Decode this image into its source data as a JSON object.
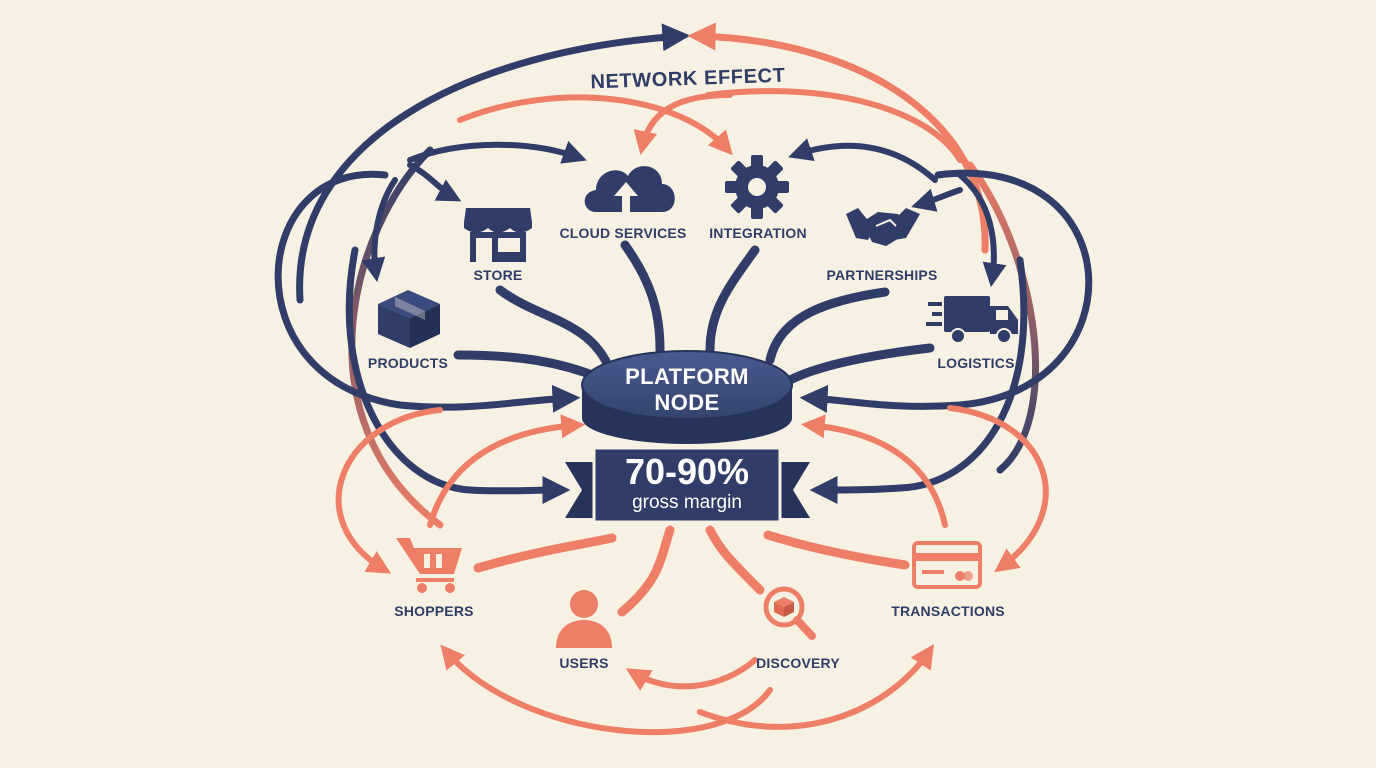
{
  "title": "NETWORK EFFECT",
  "hub": {
    "line1": "PLATFORM",
    "line2": "NODE"
  },
  "badge": {
    "value": "70-90%",
    "caption": "gross margin"
  },
  "supply_nodes": {
    "store": "STORE",
    "cloud_services": "CLOUD SERVICES",
    "integration": "INTEGRATION",
    "partnerships": "PARTNERSHIPS",
    "products": "PRODUCTS",
    "logistics": "LOGISTICS"
  },
  "demand_nodes": {
    "shoppers": "SHOPPERS",
    "users": "USERS",
    "discovery": "DISCOVERY",
    "transactions": "TRANSACTIONS"
  },
  "icons": {
    "store": "store-icon",
    "cloud_services": "cloud-upload-icon",
    "integration": "gear-icon",
    "partnerships": "handshake-icon",
    "products": "box-icon",
    "logistics": "delivery-truck-icon",
    "shoppers": "shopping-cart-icon",
    "users": "user-icon",
    "discovery": "magnifier-box-icon",
    "transactions": "credit-card-icon"
  },
  "colors": {
    "background": "#f7f1e3",
    "navy": "#2f3d68",
    "coral": "#ee7e66"
  }
}
